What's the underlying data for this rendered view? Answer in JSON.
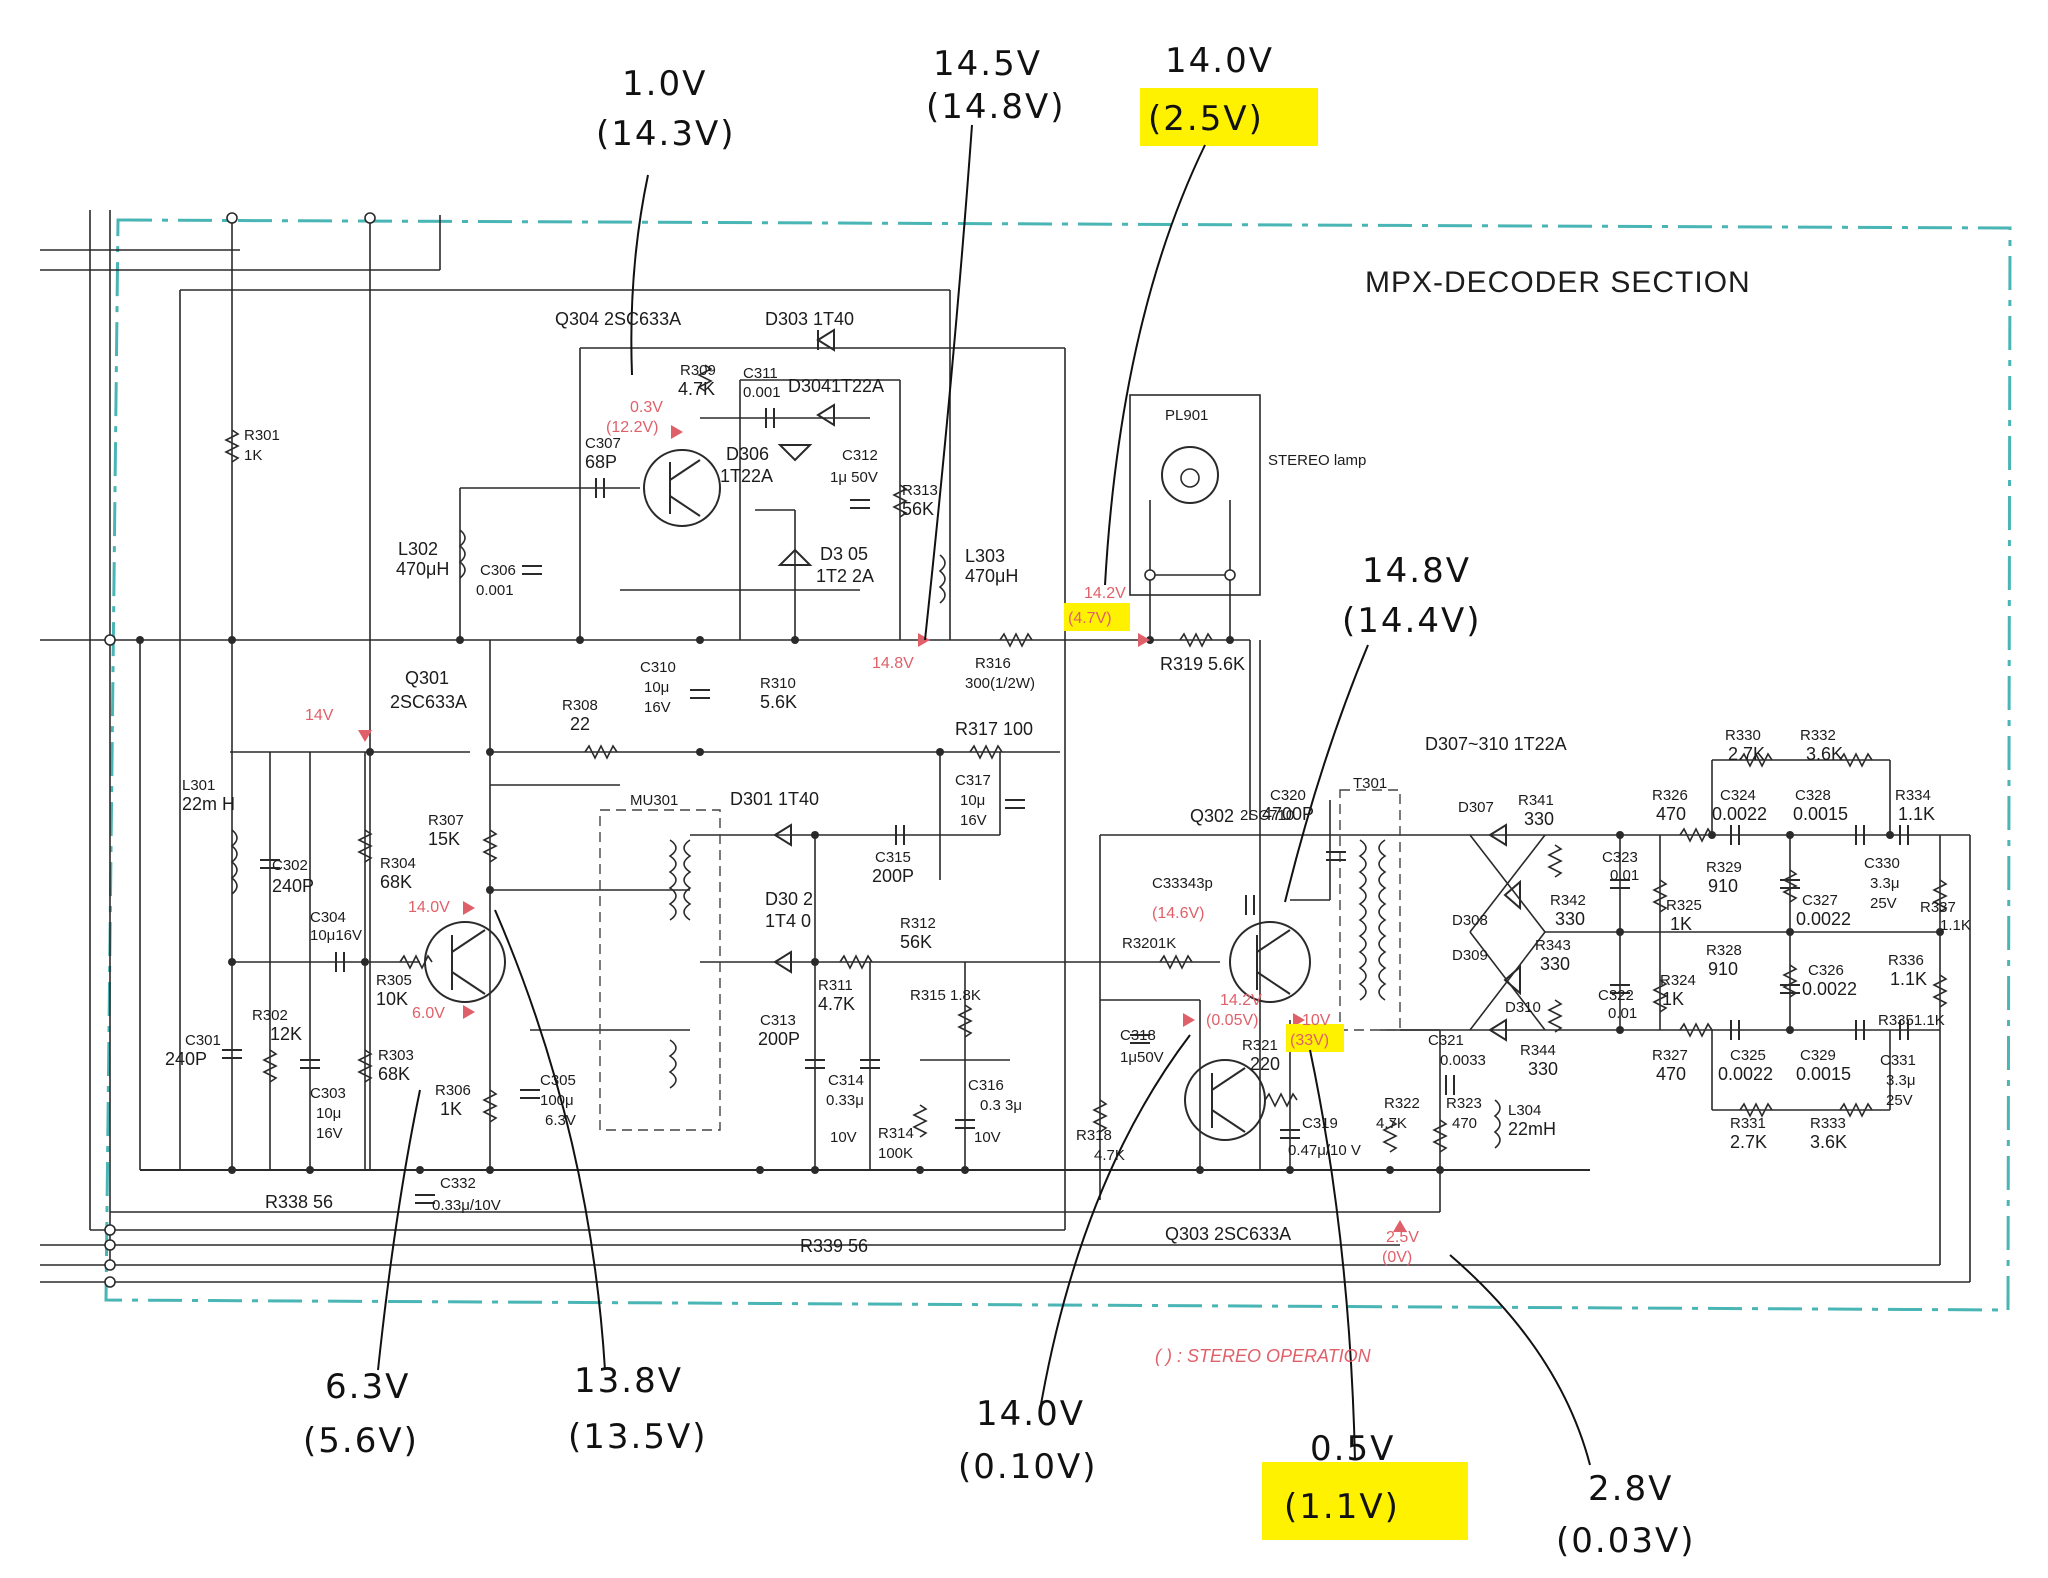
{
  "section_title": "MPX-DECODER SECTION",
  "legend_note": "(     ) : STEREO OPERATION",
  "colors": {
    "border": "#49b5b5",
    "printed_voltage": "#e0606a",
    "highlight": "#fff200",
    "ink": "#111111"
  },
  "annotations": {
    "a1": {
      "v1": "1.0V",
      "v2": "(14.3V)"
    },
    "a2": {
      "v1": "14.5V",
      "v2": "(14.8V)"
    },
    "a3": {
      "v1": "14.0V",
      "v2": "(2.5V)"
    },
    "a4": {
      "v1": "14.8V",
      "v2": "(14.4V)"
    },
    "a5": {
      "v1": "6.3V",
      "v2": "(5.6V)"
    },
    "a6": {
      "v1": "13.8V",
      "v2": "(13.5V)"
    },
    "a7": {
      "v1": "14.0V",
      "v2": "(0.10V)"
    },
    "a8": {
      "v1": "0.5V",
      "v2": "(1.1V)"
    },
    "a9": {
      "v1": "2.8V",
      "v2": "(0.03V)"
    }
  },
  "printed_voltages": {
    "q304_b1": "0.3V",
    "q304_b2": "(12.2V)",
    "l303": "14.8V",
    "r319_1": "14.2V",
    "r319_2": "(4.7V)",
    "q301_c": "14.0V",
    "q301_e": "6.0V",
    "r304": "14V",
    "q302_b1": "(14.6V)",
    "q303_b1": "14.2V",
    "q303_b2": "(0.05V)",
    "q303_c1": "10V",
    "q303_c2": "(33V)",
    "q303_e1": "2.5V",
    "q303_e2": "(0V)"
  },
  "parts": {
    "q304": "Q304 2SC633A",
    "d303": "D303 1T40",
    "r309_a": "R309",
    "r309_b": "4.7K",
    "c311_a": "C311",
    "c311_b": "0.001",
    "d304": "D3041T22A",
    "c307_a": "C307",
    "c307_b": "68P",
    "d306_a": "D306",
    "d306_b": "1T22A",
    "c312_a": "C312",
    "c312_b": "1μ 50V",
    "r313_a": "R313",
    "r313_b": "56K",
    "d305_a": "D3 05",
    "d305_b": "1T2 2A",
    "l302_a": "L302",
    "l302_b": "470μH",
    "c306_a": "C306",
    "c306_b": "0.001",
    "l303_a": "L303",
    "l303_b": "470μH",
    "r301_a": "R301",
    "r301_b": "1K",
    "pl901": "PL901",
    "stereo_lamp": "STEREO lamp",
    "c310_a": "C310",
    "c310_b": "10μ",
    "c310_c": "16V",
    "r310_a": "R310",
    "r310_b": "5.6K",
    "r316_a": "R316",
    "r316_b": "300(1/2W)",
    "r319": "R319 5.6K",
    "q301_a": "Q301",
    "q301_b": "2SC633A",
    "r308_a": "R308",
    "r308_b": "22",
    "r317": "R317 100",
    "l301_a": "L301",
    "l301_b": "22m H",
    "mu301": "MU301",
    "d301": "D301 1T40",
    "c317_a": "C317",
    "c317_b": "10μ",
    "c317_c": "16V",
    "r307_a": "R307",
    "r307_b": "15K",
    "c315_a": "C315",
    "c315_b": "200P",
    "c302_a": "C302",
    "c302_b": "240P",
    "r304_a": "R304",
    "r304_b": "68K",
    "c304_a": "C304",
    "c304_b": "10μ16V",
    "d302_a": "D30 2",
    "d302_b": "1T4 0",
    "r312_a": "R312",
    "r312_b": "56K",
    "r305_a": "R305",
    "r305_b": "10K",
    "r311_a": "R311",
    "r311_b": "4.7K",
    "r315": "R315 1.8K",
    "c301_a": "C301",
    "c301_b": "240P",
    "r302_a": "R302",
    "r302_b": "12K",
    "r303_a": "R303",
    "r303_b": "68K",
    "c303_a": "C303",
    "c303_b": "10μ",
    "c303_c": "16V",
    "r306_a": "R306",
    "r306_b": "1K",
    "c305_a": "C305",
    "c305_b": "100μ",
    "c305_c": "6.3V",
    "c313_a": "C313",
    "c313_b": "200P",
    "c314_a": "C314",
    "c314_b": "0.33μ",
    "c314_c": "10V",
    "r314_a": "R314",
    "r314_b": "100K",
    "c316_a": "C316",
    "c316_b": "0.3 3μ",
    "c316_c": "10V",
    "c332_a": "C332",
    "c332_b": "0.33μ/10V",
    "r338": "R338 56",
    "r339": "R339 56",
    "q302_a": "Q302",
    "q302_b": "2SC710",
    "c320_a": "C320",
    "c320_b": "4700P",
    "t301": "T301",
    "c333": "C33343p",
    "r320": "R3201K",
    "c318_a": "C318",
    "c318_b": "1μ50V",
    "r321_a": "R321",
    "r321_b": "220",
    "c319": "C319",
    "c319_b": "0.47μ/10 V",
    "r318_a": "R318",
    "r318_b": "4.7K",
    "c321_a": "C321",
    "c321_b": "0.0033",
    "r322_a": "R322",
    "r322_b": "4.7K",
    "r323_a": "R323",
    "r323_b": "470",
    "l304_a": "L304",
    "l304_b": "22mH",
    "q303": "Q303 2SC633A",
    "d307_310": "D307~310 1T22A",
    "d307": "D307",
    "d308": "D308",
    "d309": "D309",
    "d310": "D310",
    "r341_a": "R341",
    "r341_b": "330",
    "r342_a": "R342",
    "r342_b": "330",
    "r343_a": "R343",
    "r343_b": "330",
    "r344_a": "R344",
    "r344_b": "330",
    "c323_a": "C323",
    "c323_b": "0.01",
    "c322_a": "C322",
    "c322_b": "0.01",
    "r326_a": "R326",
    "r326_b": "470",
    "r325_a": "R325",
    "r325_b": "1K",
    "r324_a": "R324",
    "r324_b": "1K",
    "r327_a": "R327",
    "r327_b": "470",
    "r330_a": "R330",
    "r330_b": "2.7K",
    "r332_a": "R332",
    "r332_b": "3.6K",
    "c324_a": "C324",
    "c324_b": "0.0022",
    "c328_a": "C328",
    "c328_b": "0.0015",
    "r329_a": "R329",
    "r329_b": "910",
    "r328_a": "R328",
    "r328_b": "910",
    "c327_a": "C327",
    "c327_b": "0.0022",
    "c326_a": "C326",
    "c326_b": "0.0022",
    "c325_a": "C325",
    "c325_b": "0.0022",
    "c329_a": "C329",
    "c329_b": "0.0015",
    "r331_a": "R331",
    "r331_b": "2.7K",
    "r333_a": "R333",
    "r333_b": "3.6K",
    "r334_a": "R334",
    "r334_b": "1.1K",
    "c330_a": "C330",
    "c330_b": "3.3μ",
    "c330_c": "25V",
    "r337_a": "R337",
    "r337_b": "1.1K",
    "r336_a": "R336",
    "r336_b": "1.1K",
    "r335": "R3351.1K",
    "c331_a": "C331",
    "c331_b": "3.3μ",
    "c331_c": "25V"
  }
}
